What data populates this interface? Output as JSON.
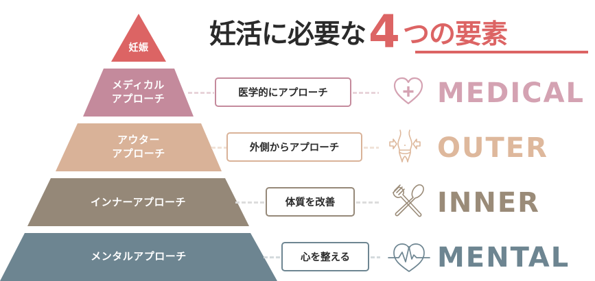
{
  "title": {
    "prefix": "妊活に必要な",
    "number": "4",
    "suffix": "つの要素",
    "accent_color": "#dc6464",
    "text_color": "#2a2a2a"
  },
  "pyramid": {
    "apex": {
      "label": "妊娠",
      "color": "#dc6464"
    },
    "tiers": [
      {
        "label_lines": [
          "メディカル",
          "アプローチ"
        ],
        "color": "#c48a9c",
        "description": "医学的にアプローチ",
        "english": "MEDICAL",
        "english_color": "#d4a2b2",
        "icon": "heart-plus-icon",
        "border_color": "#c48a9c",
        "dot_color": "#e8d4da"
      },
      {
        "label_lines": [
          "アウター",
          "アプローチ"
        ],
        "color": "#d9b298",
        "description": "外側からアプローチ",
        "english": "OUTER",
        "english_color": "#deb89c",
        "icon": "waist-icon",
        "border_color": "#d9b298",
        "dot_color": "#f0e2d8"
      },
      {
        "label_lines": [
          "インナーアプローチ"
        ],
        "color": "#958878",
        "description": "体質を改善",
        "english": "INNER",
        "english_color": "#9a8b78",
        "icon": "fork-spoon-icon",
        "border_color": "#958878",
        "dot_color": "#dcdcdc"
      },
      {
        "label_lines": [
          "メンタルアプローチ"
        ],
        "color": "#6d8591",
        "description": "心を整える",
        "english": "MENTAL",
        "english_color": "#6d8591",
        "icon": "heartbeat-icon",
        "border_color": "#6d8591",
        "dot_color": "#d4dadd"
      }
    ]
  }
}
